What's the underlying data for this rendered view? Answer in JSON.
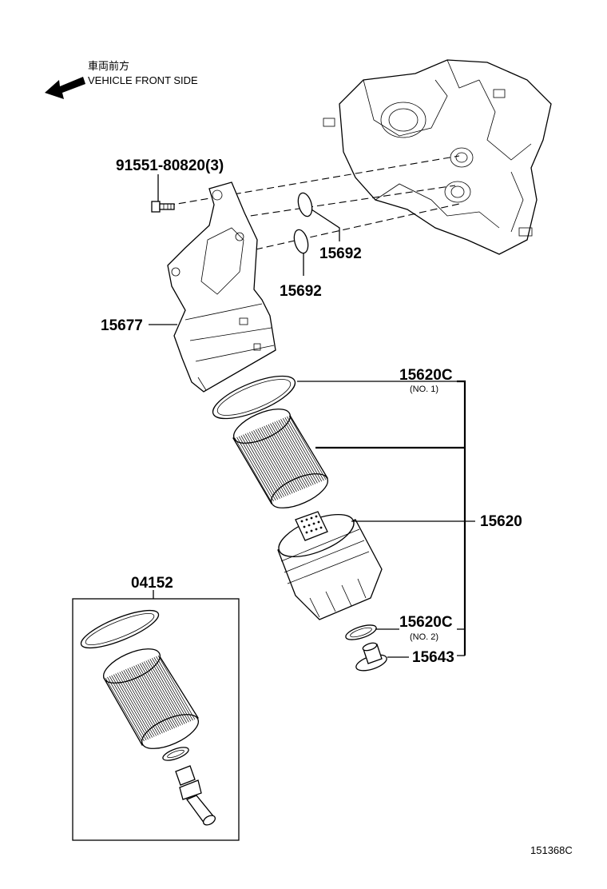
{
  "direction": {
    "label_jp": "車両前方",
    "label_en": "VEHICLE FRONT SIDE",
    "icon": "arrow-left-icon"
  },
  "parts": {
    "bolt": "91551-80820(3)",
    "oring_upper": "15692",
    "oring_lower": "15692",
    "bracket": "15677",
    "gasket_no1": "15620C",
    "gasket_no1_note": "(NO. 1)",
    "filter_assy": "15620",
    "gasket_no2": "15620C",
    "gasket_no2_note": "(NO. 2)",
    "drain_plug": "15643",
    "element_kit": "04152"
  },
  "figure_id": "151368C"
}
